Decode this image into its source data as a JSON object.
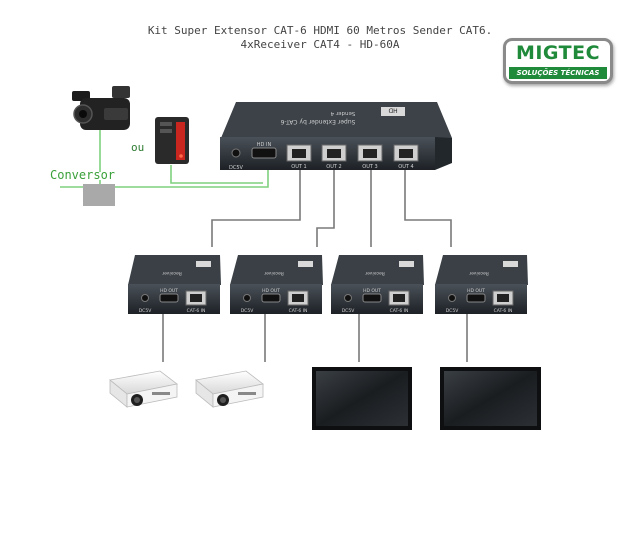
{
  "title": {
    "line1": "Kit Super Extensor CAT-6 HDMI 60 Metros Sender CAT6.",
    "line2": "4xReceiver CAT4 - HD-60A"
  },
  "logo": {
    "name": "MIGTEC",
    "tagline": "SOLUÇÕES TÉCNICAS"
  },
  "labels": {
    "ou": "ou",
    "conversor": "Conversor"
  },
  "sender": {
    "brand": "HD",
    "model_line1": "Super Extender by CAT-6",
    "model_line2": "Sender 4",
    "dc": "DC5V",
    "hdmi_in": "HD   IN",
    "outputs": [
      "OUT 1",
      "OUT 2",
      "OUT 3",
      "OUT 4"
    ]
  },
  "receiver": {
    "tag": "Receiver",
    "dc": "DC5V",
    "hd_out": "HD   OUT",
    "cat": "CAT-6 IN"
  },
  "colors": {
    "green_cable": "#7ed07e",
    "gray_cable": "#7a7a7a",
    "device_body": "#2b3035",
    "logo_green": "#1f8a3a"
  }
}
